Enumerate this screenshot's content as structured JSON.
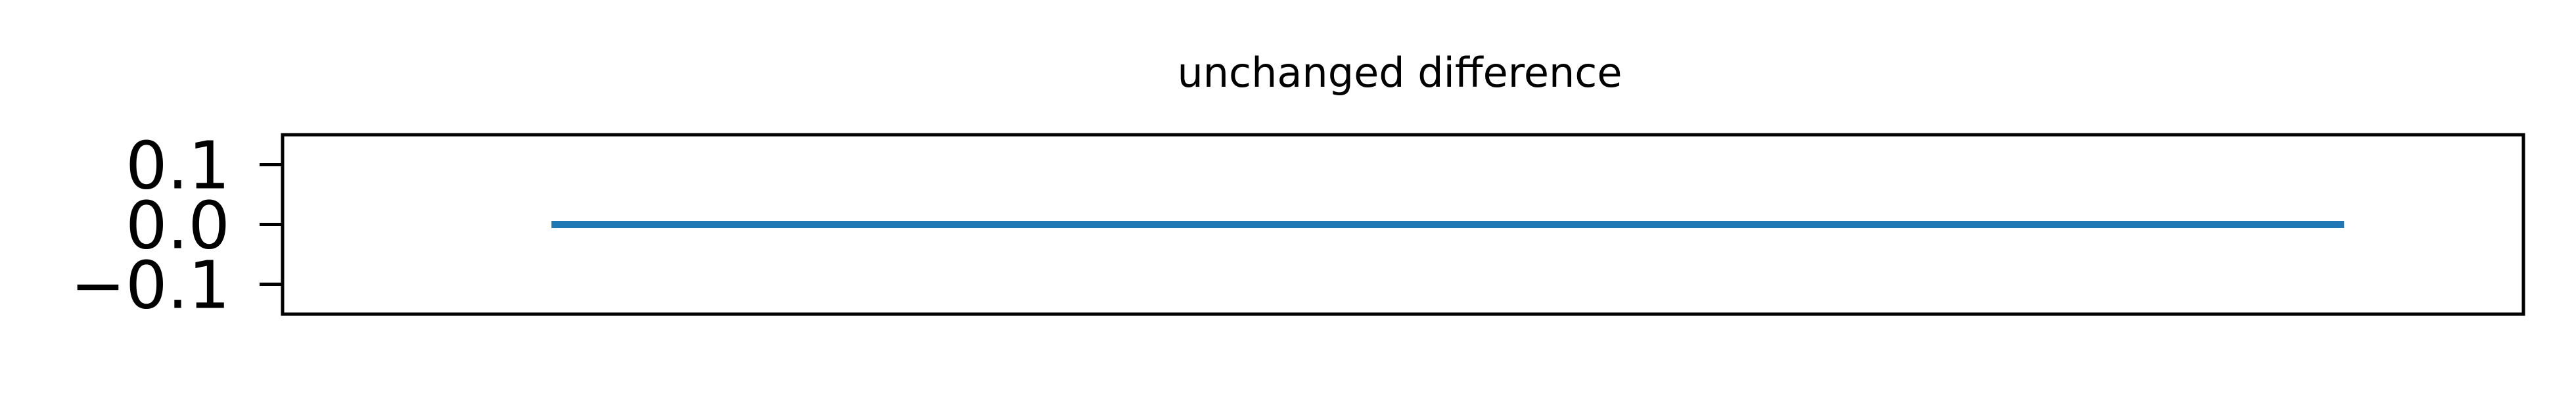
{
  "chart_data": {
    "type": "line",
    "title": "unchanged difference",
    "xlabel": "",
    "ylabel": "",
    "x_ticks_visible": false,
    "y_ticks": [
      0.1,
      0.0,
      -0.1
    ],
    "y_tick_labels": [
      "0.1",
      "0.0",
      "−0.1"
    ],
    "ylim": [
      -0.15,
      0.15
    ],
    "xlim": [
      -0.15,
      1.1
    ],
    "grid": false,
    "series": [
      {
        "color": "#1f77b4",
        "x": [
          0.0,
          1.0
        ],
        "y": [
          0.0,
          0.0
        ]
      }
    ]
  }
}
